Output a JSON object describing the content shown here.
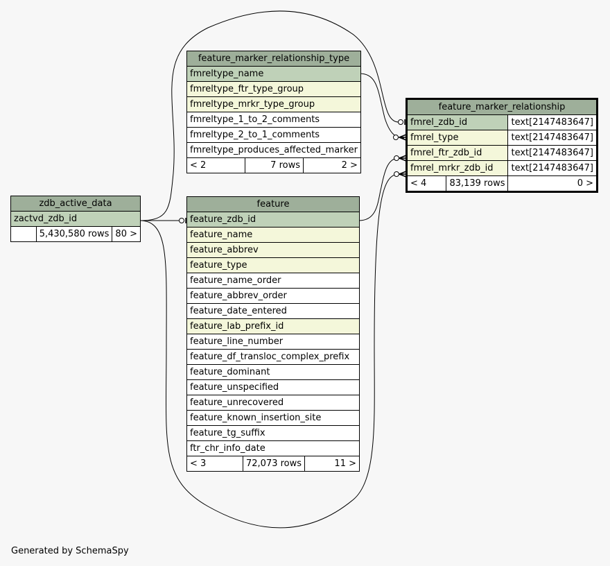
{
  "tables": {
    "fmrt": {
      "name": "feature_marker_relationship_type",
      "columns": [
        "fmreltype_name",
        "fmreltype_ftr_type_group",
        "fmreltype_mrkr_type_group",
        "fmreltype_1_to_2_comments",
        "fmreltype_2_to_1_comments",
        "fmreltype_produces_affected_marker"
      ],
      "footer": {
        "parents": "< 2",
        "rows": "7 rows",
        "children": "2 >"
      }
    },
    "fmr": {
      "name": "feature_marker_relationship",
      "columns": [
        {
          "name": "fmrel_zdb_id",
          "type": "text[2147483647]"
        },
        {
          "name": "fmrel_type",
          "type": "text[2147483647]"
        },
        {
          "name": "fmrel_ftr_zdb_id",
          "type": "text[2147483647]"
        },
        {
          "name": "fmrel_mrkr_zdb_id",
          "type": "text[2147483647]"
        }
      ],
      "footer": {
        "parents": "< 4",
        "rows": "83,139 rows",
        "children": "0 >"
      }
    },
    "zad": {
      "name": "zdb_active_data",
      "columns": [
        "zactvd_zdb_id"
      ],
      "footer": {
        "parents": "",
        "rows": "5,430,580 rows",
        "children": "80 >"
      }
    },
    "feature": {
      "name": "feature",
      "columns": [
        "feature_zdb_id",
        "feature_name",
        "feature_abbrev",
        "feature_type",
        "feature_name_order",
        "feature_abbrev_order",
        "feature_date_entered",
        "feature_lab_prefix_id",
        "feature_line_number",
        "feature_df_transloc_complex_prefix",
        "feature_dominant",
        "feature_unspecified",
        "feature_unrecovered",
        "feature_known_insertion_site",
        "feature_tg_suffix",
        "ftr_chr_info_date"
      ],
      "footer": {
        "parents": "< 3",
        "rows": "72,073 rows",
        "children": "11 >"
      }
    }
  },
  "footer_text": "Generated by SchemaSpy"
}
